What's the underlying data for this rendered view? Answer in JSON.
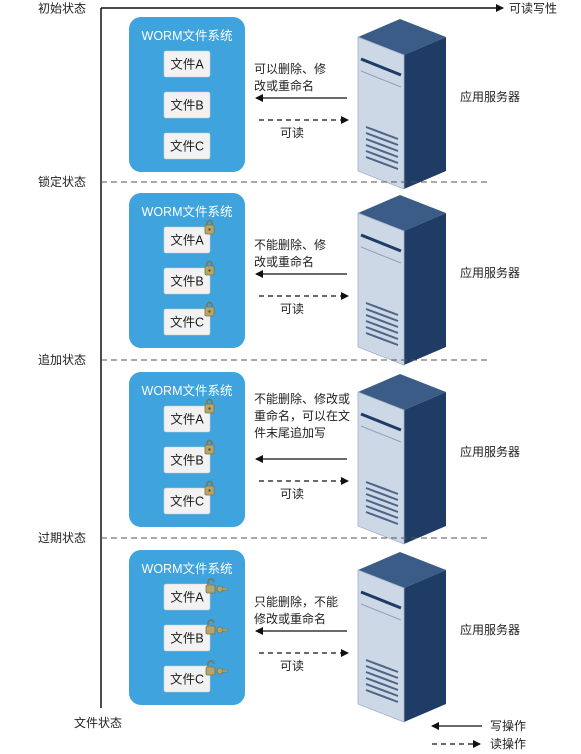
{
  "axis": {
    "top_label": "可读写性",
    "bottom_label": "文件状态"
  },
  "states": [
    {
      "name": "初始状态",
      "fs_title": "WORM文件系统",
      "files": [
        "文件A",
        "文件B",
        "文件C"
      ],
      "file_marker": "none",
      "write_lines": [
        "可以删除、修",
        "改或重命名"
      ],
      "read_label": "可读",
      "server_label": "应用服务器"
    },
    {
      "name": "锁定状态",
      "fs_title": "WORM文件系统",
      "files": [
        "文件A",
        "文件B",
        "文件C"
      ],
      "file_marker": "lock-icon",
      "write_lines": [
        "不能删除、修",
        "改或重命名"
      ],
      "read_label": "可读",
      "server_label": "应用服务器"
    },
    {
      "name": "追加状态",
      "fs_title": "WORM文件系统",
      "files": [
        "文件A",
        "文件B",
        "文件C"
      ],
      "file_marker": "lock-icon",
      "write_lines": [
        "不能删除、修改或",
        "重命名，可以在文",
        "件末尾追加写"
      ],
      "read_label": "可读",
      "server_label": "应用服务器"
    },
    {
      "name": "过期状态",
      "fs_title": "WORM文件系统",
      "files": [
        "文件A",
        "文件B",
        "文件C"
      ],
      "file_marker": "unlocked-lock-icon",
      "write_lines": [
        "只能删除，不能",
        "修改或重命名"
      ],
      "read_label": "可读",
      "server_label": "应用服务器"
    }
  ],
  "legend": {
    "write": "写操作",
    "read": "读操作"
  },
  "colors": {
    "fs_box": "#3fa3dd",
    "file_box": "#f2f2f2",
    "server_front": "#cdd8e6",
    "server_side": "#1f3c66",
    "server_top": "#3b5c87",
    "lock": "#b7a66a"
  }
}
